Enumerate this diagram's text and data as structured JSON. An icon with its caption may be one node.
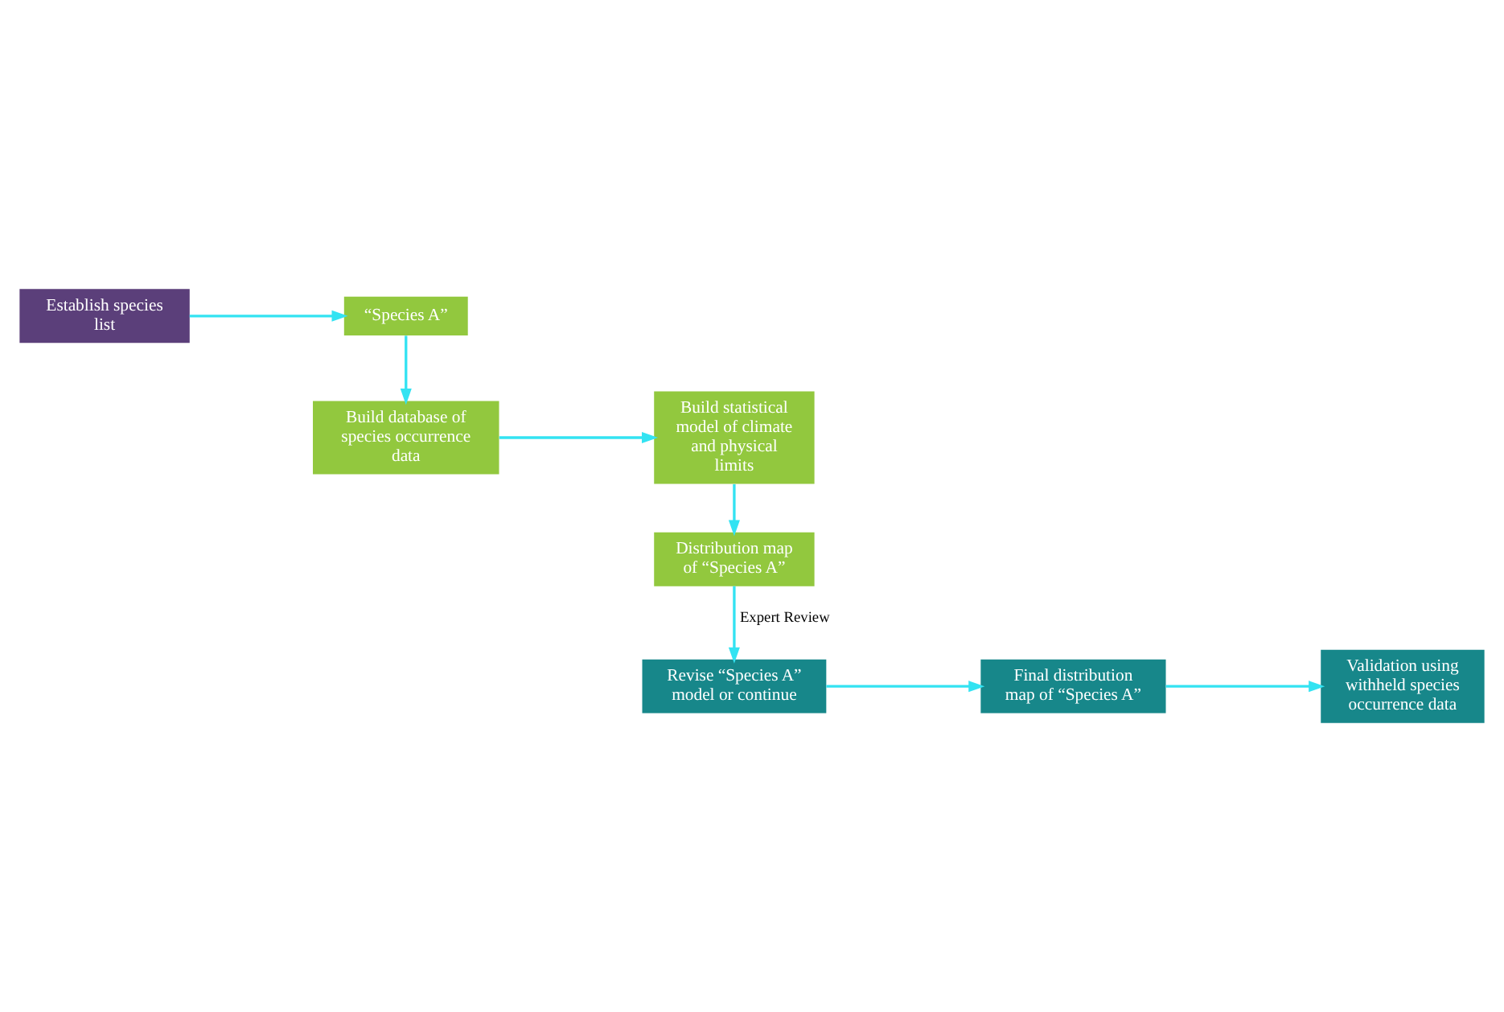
{
  "diagram": {
    "nodes": [
      {
        "text": [
          "Establish species list"
        ]
      },
      {
        "text": [
          "“Species A”"
        ]
      },
      {
        "text": [
          "Build database of species occurrence data"
        ]
      },
      {
        "text": [
          "Build statistical model of climate and physical limits"
        ]
      },
      {
        "text": [
          "Distribution map of “Species A”"
        ]
      },
      {
        "text": [
          "Revise “Species A” model or continue"
        ]
      },
      {
        "text": [
          "Final distribution map of “Species A”"
        ]
      },
      {
        "text": [
          "Validation using withheld species occurrence data"
        ]
      }
    ],
    "edges": [
      {
        "from": 0,
        "to": 1,
        "arrow": "to"
      },
      {
        "from": 1,
        "to": 2,
        "arrow": "to"
      },
      {
        "from": 2,
        "to": 3,
        "arrow": "to"
      },
      {
        "from": 3,
        "to": 4,
        "arrow": "to"
      },
      {
        "from": 4,
        "to": 5,
        "arrow": "to",
        "label": "Expert Review"
      },
      {
        "from": 5,
        "to": 6,
        "arrow": "to"
      },
      {
        "from": 6,
        "to": 7,
        "arrow": "to"
      }
    ]
  }
}
